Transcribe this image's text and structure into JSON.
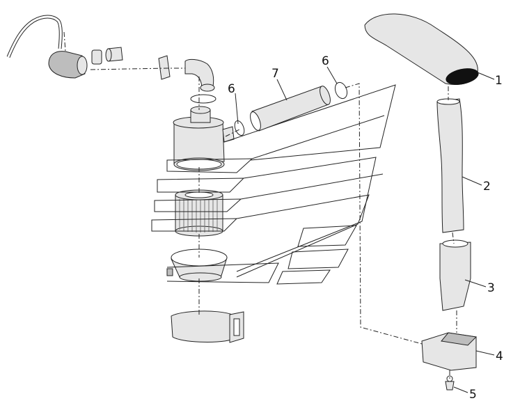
{
  "diagram": {
    "callouts": [
      {
        "id": "1",
        "text": "1"
      },
      {
        "id": "2",
        "text": "2"
      },
      {
        "id": "3",
        "text": "3"
      },
      {
        "id": "4",
        "text": "4"
      },
      {
        "id": "5",
        "text": "5"
      },
      {
        "id": "6a",
        "text": "6"
      },
      {
        "id": "6b",
        "text": "6"
      },
      {
        "id": "7",
        "text": "7"
      }
    ]
  }
}
